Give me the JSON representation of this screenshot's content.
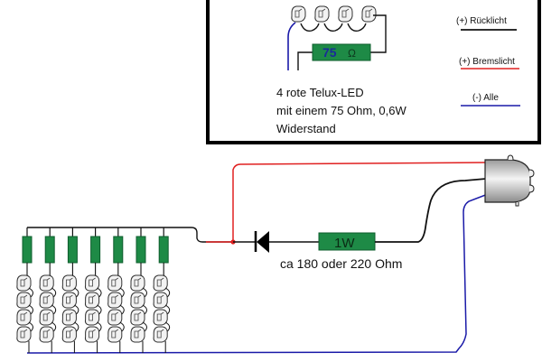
{
  "inset": {
    "resistor_value": "75",
    "resistor_unit": "Ω",
    "description": [
      "4 rote Telux-LED",
      "mit einem 75 Ohm, 0,6W",
      "Widerstand"
    ],
    "legend": [
      {
        "label": "(+) Rücklicht",
        "color": "#000000"
      },
      {
        "label": "(+) Bremslicht",
        "color": "#e02020"
      },
      {
        "label": "(-) Alle",
        "color": "#1a1aa8"
      }
    ],
    "led_count": 4
  },
  "main": {
    "series_resistor_label": "1W",
    "series_resistor_caption": "ca 180 oder 220 Ohm",
    "led_strings": 7,
    "leds_per_string": 4
  },
  "colors": {
    "wire_black": "#111111",
    "wire_red": "#e02020",
    "wire_blue": "#1a1aa8",
    "resistor_green": "#1e8a46",
    "resistor_dark": "#0d5c2c",
    "label_blue": "#1a2a9a",
    "socket_gray": "#c8c8c8"
  }
}
